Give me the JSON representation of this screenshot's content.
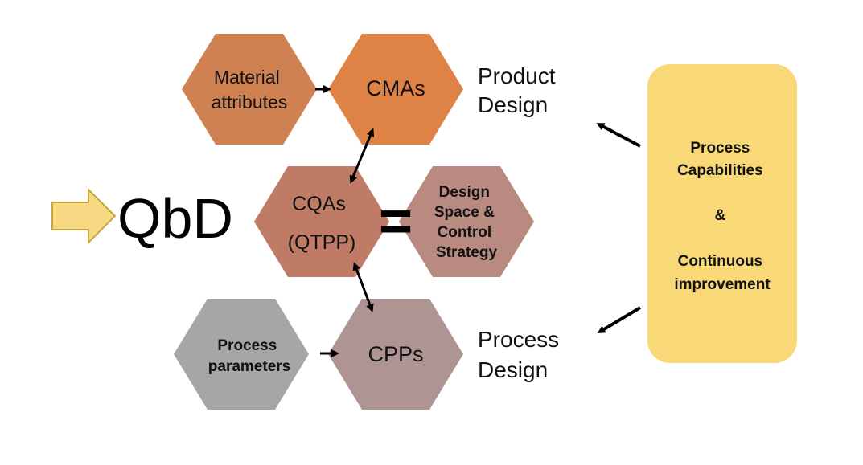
{
  "qbd_label": "QbD",
  "hexagons": {
    "material_attributes": {
      "lines": [
        "Material",
        "attributes"
      ],
      "color": "#D08152"
    },
    "cmas": {
      "lines": [
        "CMAs"
      ],
      "color": "#DF8245"
    },
    "cqas": {
      "lines": [
        "CQAs",
        "(QTPP)"
      ],
      "color": "#C07B66"
    },
    "design_space": {
      "lines": [
        "Design",
        "Space &",
        "Control",
        "Strategy"
      ],
      "color": "#B88A80"
    },
    "process_parameters": {
      "lines": [
        "Process",
        "parameters"
      ],
      "color": "#A6A6A6"
    },
    "cpps": {
      "lines": [
        "CPPs"
      ],
      "color": "#AE9594"
    }
  },
  "equals_sign": "=",
  "labels": {
    "product_design": [
      "Product",
      "Design"
    ],
    "process_design": [
      "Process",
      "Design"
    ]
  },
  "capabilities_box": {
    "lines": [
      "Process",
      "Capabilities",
      "&",
      "Continuous",
      "improvement"
    ],
    "color": "#F8D877"
  },
  "qbd_arrow_color": "#F6D982"
}
